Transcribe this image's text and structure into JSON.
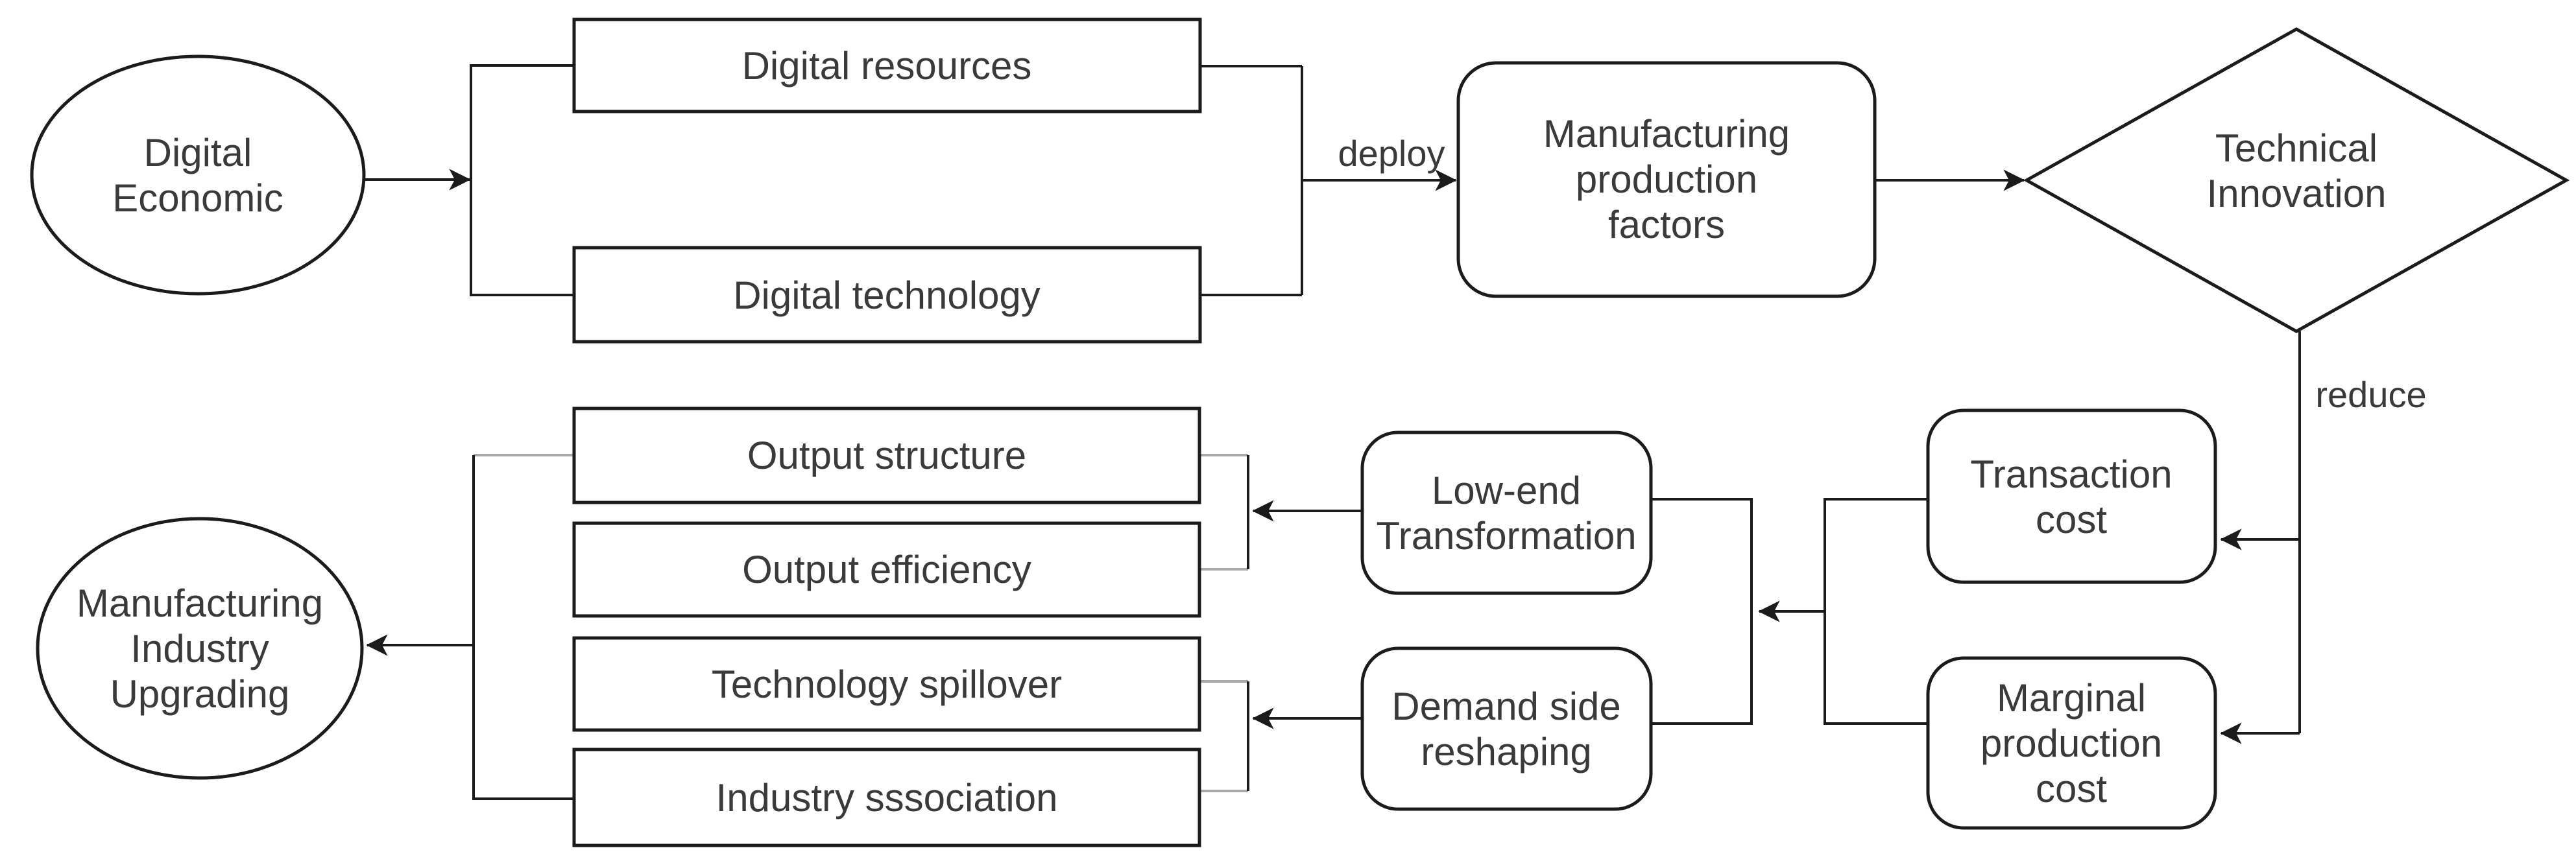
{
  "colors": {
    "background": "#ffffff",
    "line": "#1b1b1b",
    "connector_gray": "#a8a8a8",
    "text": "#3a3a3a"
  },
  "nodes": {
    "digital_economic": {
      "type": "ellipse",
      "lines": [
        "Digital",
        "Economic"
      ]
    },
    "digital_resources": {
      "type": "rectangle",
      "lines": [
        "Digital resources"
      ]
    },
    "digital_technology": {
      "type": "rectangle",
      "lines": [
        "Digital technology"
      ]
    },
    "manufacturing_production_factors": {
      "type": "rounded-rectangle",
      "lines": [
        "Manufacturing",
        "production",
        "factors"
      ]
    },
    "technical_innovation": {
      "type": "diamond",
      "lines": [
        "Technical",
        "Innovation"
      ]
    },
    "transaction_cost": {
      "type": "rounded-rectangle",
      "lines": [
        "Transaction",
        "cost"
      ]
    },
    "marginal_production_cost": {
      "type": "rounded-rectangle",
      "lines": [
        "Marginal",
        "production",
        "cost"
      ]
    },
    "low_end_transformation": {
      "type": "rounded-rectangle",
      "lines": [
        "Low-end",
        "Transformation"
      ]
    },
    "demand_side_reshaping": {
      "type": "rounded-rectangle",
      "lines": [
        "Demand side",
        "reshaping"
      ]
    },
    "output_structure": {
      "type": "rectangle",
      "lines": [
        "Output structure"
      ]
    },
    "output_efficiency": {
      "type": "rectangle",
      "lines": [
        "Output efficiency"
      ]
    },
    "technology_spillover": {
      "type": "rectangle",
      "lines": [
        "Technology spillover"
      ]
    },
    "industry_association": {
      "type": "rectangle",
      "lines": [
        "Industry sssociation"
      ]
    },
    "manufacturing_industry_upgrading": {
      "type": "ellipse",
      "lines": [
        "Manufacturing",
        "Industry",
        "Upgrading"
      ]
    }
  },
  "edge_labels": {
    "deploy": "deploy",
    "reduce": "reduce"
  }
}
